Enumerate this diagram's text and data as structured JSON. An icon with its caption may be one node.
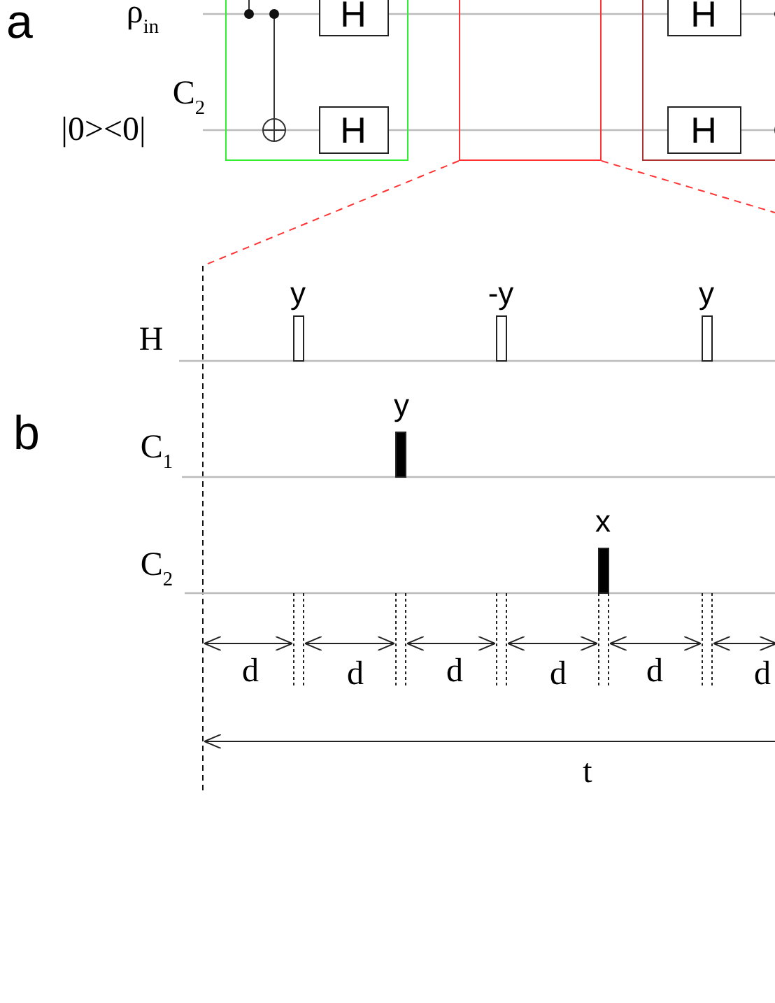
{
  "diagram": {
    "nodes": [
      {
        "text": [],
        "shape": "box"
      },
      {
        "text": [
          "H"
        ],
        "in": 0
      },
      {
        "text": [
          "H"
        ],
        "in": 0
      },
      {
        "text": [],
        "shape": "box"
      },
      {
        "text": [],
        "shape": "box"
      },
      {
        "text": [
          "H"
        ],
        "in": 4
      },
      {
        "text": [
          "H"
        ],
        "in": 4
      }
    ],
    "labels": [
      "a",
      "ρ$_{in}$",
      "C$_{2}$",
      "|0><0|",
      "b",
      "y",
      "-y",
      "y",
      "H",
      "y",
      "C$_{1}$",
      "x",
      "C$_{2}$",
      "d",
      "d",
      "d",
      "d",
      "d",
      "d",
      "t"
    ]
  }
}
